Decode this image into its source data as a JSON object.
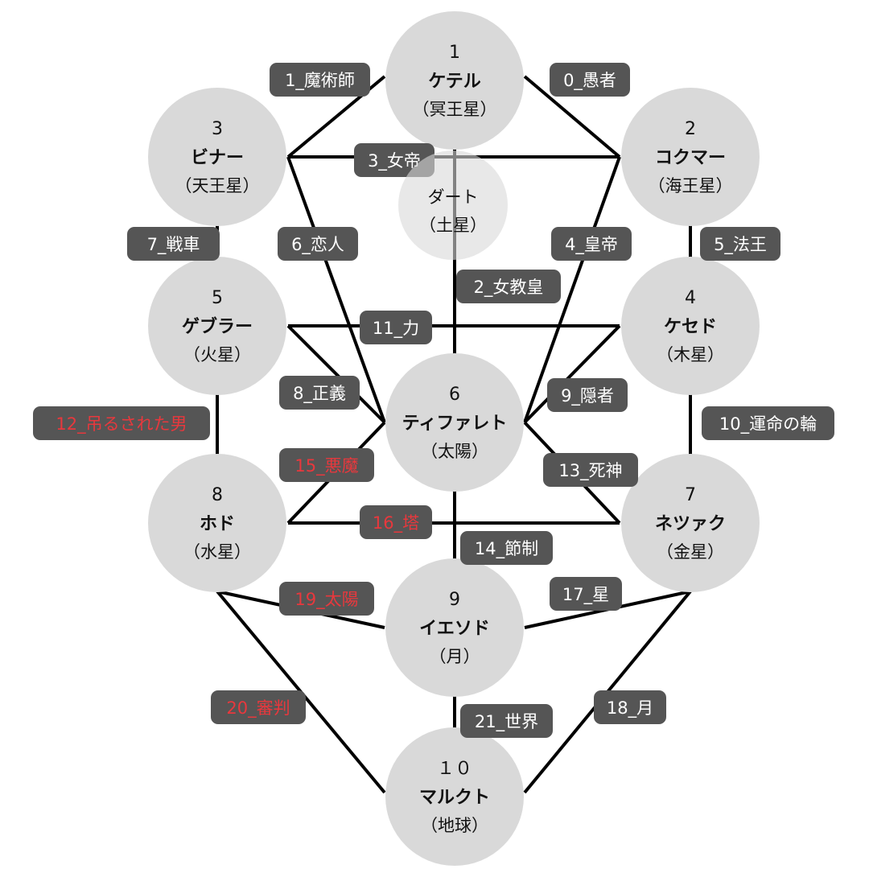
{
  "colors": {
    "node": "#d9d9d9",
    "label_bg": "#555555",
    "label_text": "#ffffff",
    "label_text_red": "#e8383d",
    "line": "#000000"
  },
  "nodes": [
    {
      "id": "1",
      "number": "1",
      "name": "ケテル",
      "planet": "（冥王星）"
    },
    {
      "id": "2",
      "number": "2",
      "name": "コクマー",
      "planet": "（海王星）"
    },
    {
      "id": "3",
      "number": "3",
      "name": "ビナー",
      "planet": "（天王星）"
    },
    {
      "id": "4",
      "number": "4",
      "name": "ケセド",
      "planet": "（木星）"
    },
    {
      "id": "5",
      "number": "5",
      "name": "ゲブラー",
      "planet": "（火星）"
    },
    {
      "id": "6",
      "number": "6",
      "name": "ティファレト",
      "planet": "（太陽）"
    },
    {
      "id": "7",
      "number": "7",
      "name": "ネツァク",
      "planet": "（金星）"
    },
    {
      "id": "8",
      "number": "8",
      "name": "ホド",
      "planet": "（水星）"
    },
    {
      "id": "9",
      "number": "9",
      "name": "イエソド",
      "planet": "（月）"
    },
    {
      "id": "10",
      "number": "１０",
      "name": "マルクト",
      "planet": "（地球）"
    }
  ],
  "daat": {
    "name": "ダート",
    "planet": "（土星）"
  },
  "paths": [
    {
      "text": "0_愚者",
      "red": false
    },
    {
      "text": "1_魔術師",
      "red": false
    },
    {
      "text": "2_女教皇",
      "red": false
    },
    {
      "text": "3_女帝",
      "red": false
    },
    {
      "text": "4_皇帝",
      "red": false
    },
    {
      "text": "5_法王",
      "red": false
    },
    {
      "text": "6_恋人",
      "red": false
    },
    {
      "text": "7_戦車",
      "red": false
    },
    {
      "text": "8_正義",
      "red": false
    },
    {
      "text": "9_隠者",
      "red": false
    },
    {
      "text": "10_運命の輪",
      "red": false
    },
    {
      "text": "11_力",
      "red": false
    },
    {
      "text": "12_吊るされた男",
      "red": true
    },
    {
      "text": "13_死神",
      "red": false
    },
    {
      "text": "14_節制",
      "red": false
    },
    {
      "text": "15_悪魔",
      "red": true
    },
    {
      "text": "16_塔",
      "red": true
    },
    {
      "text": "17_星",
      "red": false
    },
    {
      "text": "18_月",
      "red": false
    },
    {
      "text": "19_太陽",
      "red": true
    },
    {
      "text": "20_審判",
      "red": true
    },
    {
      "text": "21_世界",
      "red": false
    }
  ]
}
